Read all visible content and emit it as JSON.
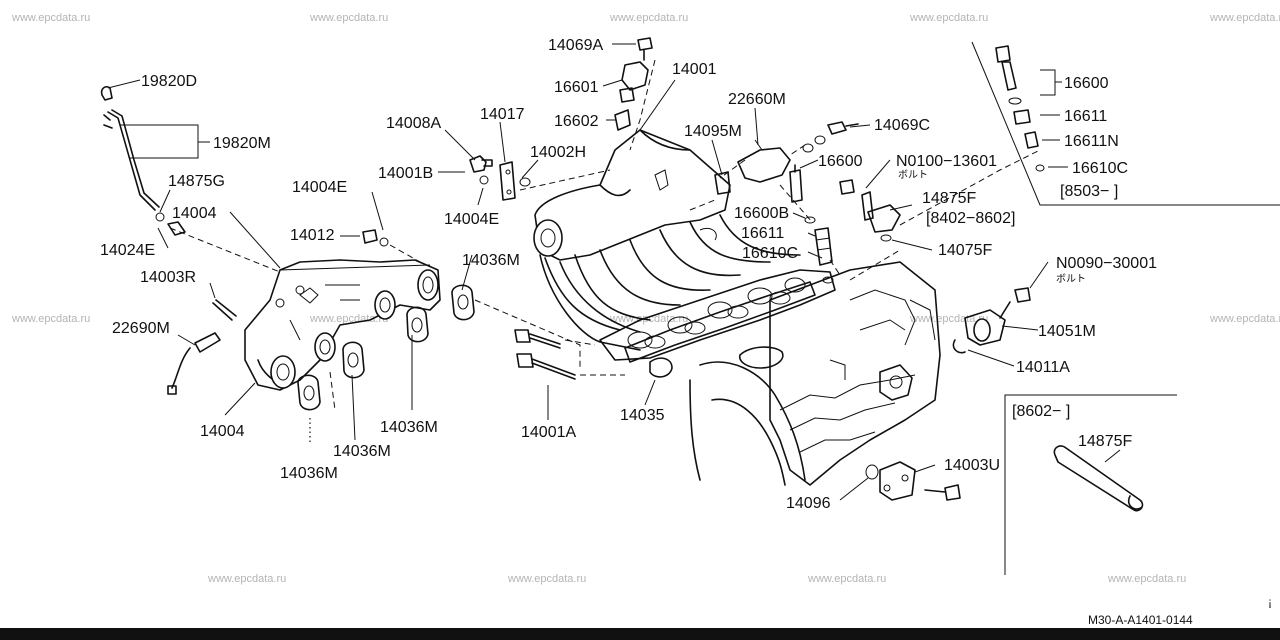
{
  "watermark": "www.epcdata.ru",
  "diagram_code": "M30-A-A1401-0144",
  "parts": {
    "p19820D": "19820D",
    "p19820M": "19820M",
    "p14875G": "14875G",
    "p14004_top": "14004",
    "p14024E": "14024E",
    "p14003R": "14003R",
    "p22690M": "22690M",
    "p14004_bot": "14004",
    "p14036M_a": "14036M",
    "p14036M_b": "14036M",
    "p14036M_c": "14036M",
    "p14036M_d": "14036M",
    "p14008A": "14008A",
    "p14001B": "14001B",
    "p14004E_a": "14004E",
    "p14004E_b": "14004E",
    "p14012": "14012",
    "p14017": "14017",
    "p14002H": "14002H",
    "p14001A": "14001A",
    "p14035": "14035",
    "p14069A": "14069A",
    "p16601": "16601",
    "p16602": "16602",
    "p14001": "14001",
    "p22660M": "22660M",
    "p14095M": "14095M",
    "p14069C": "14069C",
    "p16600_mid": "16600",
    "p16600B": "16600B",
    "p16611_mid": "16611",
    "p16610C_mid": "16610C",
    "p14875F": "14875F",
    "p14075F": "14075F",
    "p14051M": "14051M",
    "p14011A": "14011A",
    "p14003U": "14003U",
    "p14096": "14096",
    "p16600_inset": "16600",
    "p16611_inset": "16611",
    "p16611N": "16611N",
    "p16610C_inset": "16610C",
    "p14875F_inset": "14875F",
    "pN0100": "N0100−13601",
    "pN0090": "N0090−30001"
  },
  "notes": {
    "bolt_a": "ボルト",
    "bolt_b": "ボルト",
    "range_8503": "[8503−      ]",
    "range_8402": "[8402−8602]",
    "range_8602": "[8602−      ]"
  }
}
